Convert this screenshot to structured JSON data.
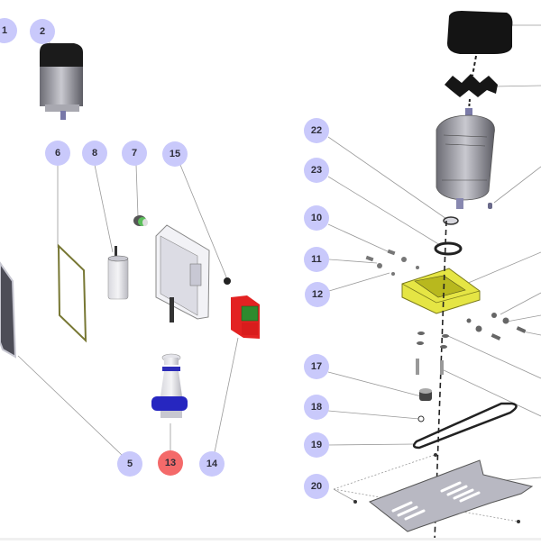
{
  "diagram": {
    "title": "Exploded parts view",
    "colors": {
      "callout": "#c9c9fb",
      "callout_active": "#f46a6a",
      "callout_text": "#2e2e3a",
      "leader_line": "#9a9a9a"
    },
    "selected_part": "13",
    "callouts": [
      {
        "id": "1",
        "label": "1",
        "part": "motor-assembly"
      },
      {
        "id": "2",
        "label": "2",
        "part": "motor"
      },
      {
        "id": "5",
        "label": "5",
        "part": "cover-panel"
      },
      {
        "id": "6",
        "label": "6",
        "part": "gasket"
      },
      {
        "id": "8",
        "label": "8",
        "part": "capacitor"
      },
      {
        "id": "7",
        "label": "7",
        "part": "cable-gland"
      },
      {
        "id": "15",
        "label": "15",
        "part": "nut"
      },
      {
        "id": "13",
        "label": "13",
        "part": "spindle-pulley"
      },
      {
        "id": "14",
        "label": "14",
        "part": "switch"
      },
      {
        "id": "22",
        "label": "22",
        "part": "washer"
      },
      {
        "id": "23",
        "label": "23",
        "part": "o-ring"
      },
      {
        "id": "10",
        "label": "10",
        "part": "screw"
      },
      {
        "id": "11",
        "label": "11",
        "part": "screw-washer"
      },
      {
        "id": "12",
        "label": "12",
        "part": "nut"
      },
      {
        "id": "17",
        "label": "17",
        "part": "pulley"
      },
      {
        "id": "18",
        "label": "18",
        "part": "key"
      },
      {
        "id": "19",
        "label": "19",
        "part": "belt"
      },
      {
        "id": "20",
        "label": "20",
        "part": "screws"
      }
    ]
  }
}
